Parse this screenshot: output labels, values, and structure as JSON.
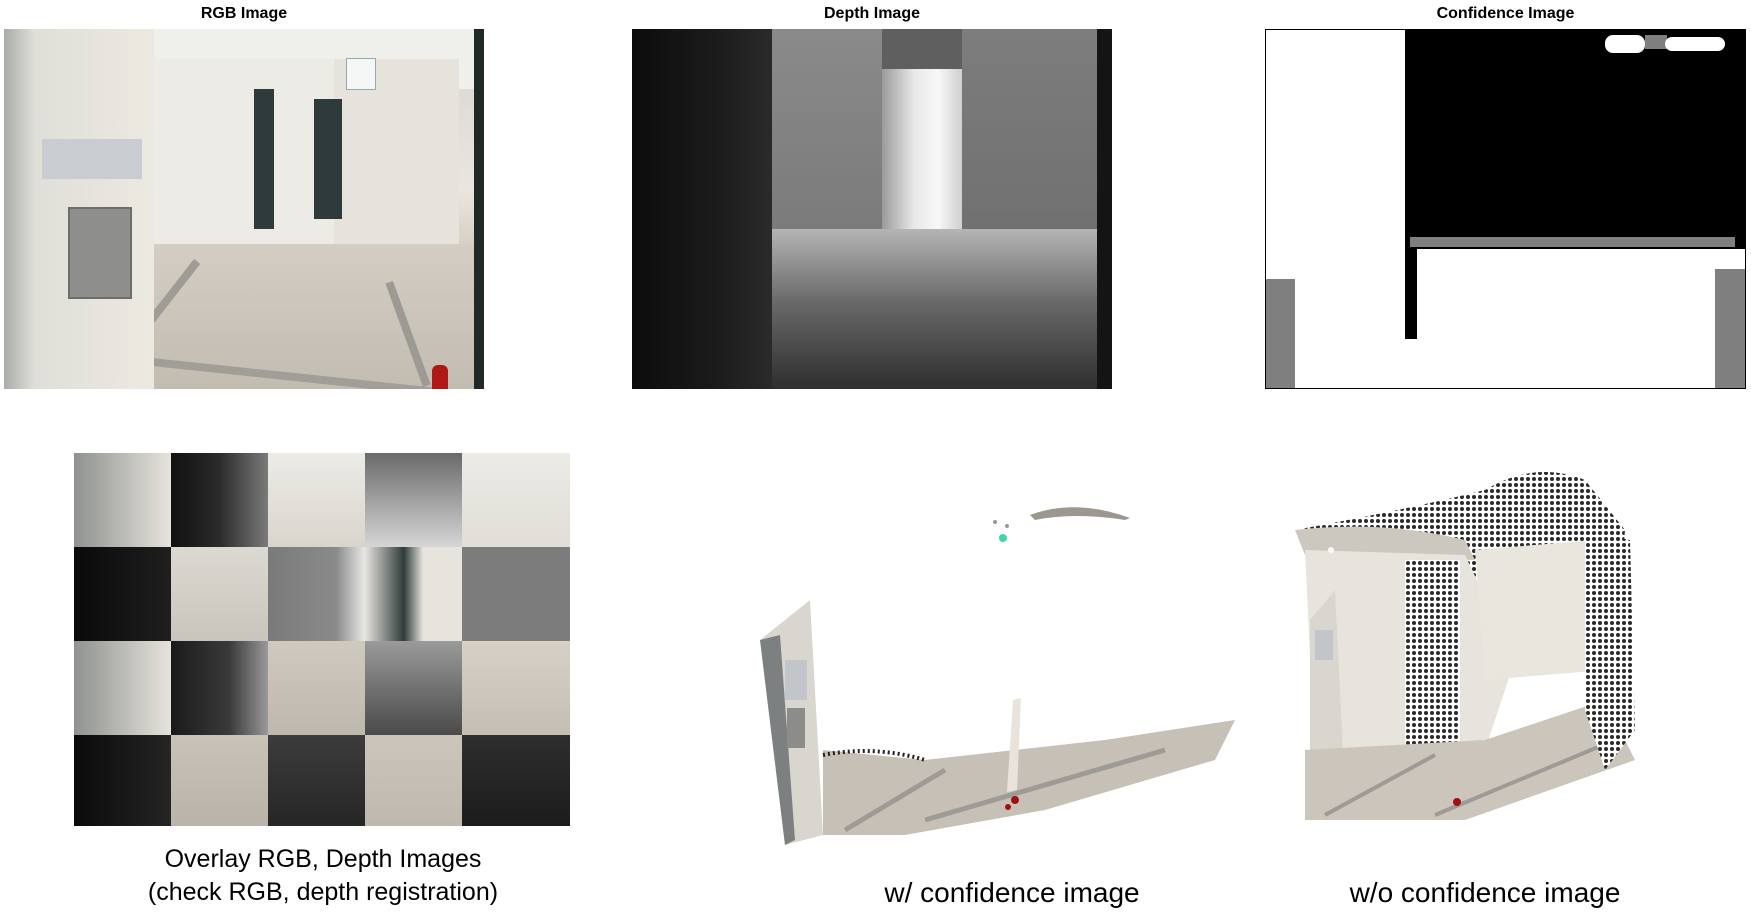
{
  "panels": {
    "rgb_title": "RGB Image",
    "depth_title": "Depth Image",
    "confidence_title": "Confidence Image"
  },
  "captions": {
    "overlay_line1": "Overlay RGB, Depth Images",
    "overlay_line2": "(check RGB, depth registration)",
    "with_conf": "w/ confidence image",
    "without_conf": "w/o confidence image"
  }
}
